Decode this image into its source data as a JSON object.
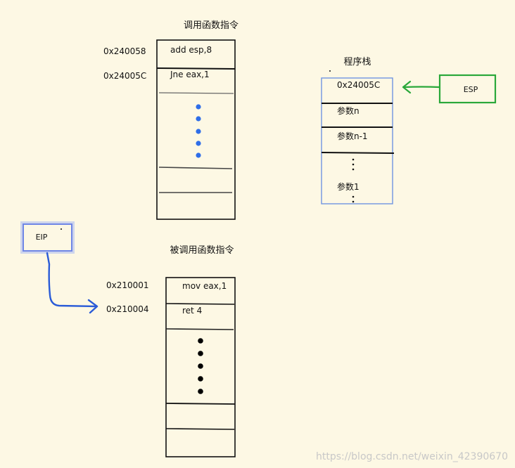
{
  "caller": {
    "title": "调用函数指令",
    "rows": [
      {
        "addr": "0x240058",
        "instr": "add esp,8"
      },
      {
        "addr": "0x24005C",
        "instr": "Jne eax,1"
      }
    ]
  },
  "stack": {
    "title": "程序栈",
    "cells": [
      "0x24005C",
      "参数n",
      "参数n-1",
      "参数1"
    ]
  },
  "esp": {
    "label": "ESP"
  },
  "eip": {
    "label": "EIP"
  },
  "callee": {
    "title": "被调用函数指令",
    "rows": [
      {
        "addr": "0x210001",
        "instr": "mov eax,1"
      },
      {
        "addr": "0x210004",
        "instr": "ret 4"
      }
    ]
  },
  "watermark": "https://blog.csdn.net/weixin_42390670",
  "colors": {
    "esp_border": "#2aa83a",
    "esp_arrow": "#2aa83a",
    "eip_border": "#6f86e6",
    "eip_arrow": "#2a5bd7",
    "caller_dots": "#2f6ee8",
    "stack_border": "#6f95e0",
    "callee_dots": "#000000"
  }
}
